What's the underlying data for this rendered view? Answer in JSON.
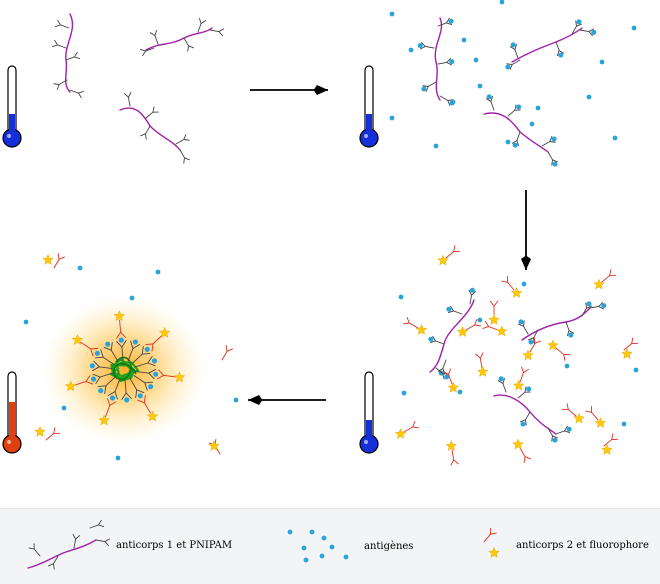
{
  "legend": {
    "antibody1": "anticorps 1 et PNIPAM",
    "antigen": "antigènes",
    "antibody2": "anticorps 2 et fluorophore"
  },
  "colors": {
    "polymer": "#a020a8",
    "antibody1": "#444444",
    "antigen": "#29a3dc",
    "antibody2": "#e03020",
    "fluorophore": "#ffc80a",
    "cold": "#1530d8",
    "hot": "#e04010",
    "aggregate": "#22a022",
    "glow": "#ffb020",
    "arrow": "#000000"
  },
  "icons": [
    "thermometer-cold-icon",
    "thermometer-hot-icon",
    "arrow-right-icon",
    "arrow-down-icon",
    "arrow-left-icon",
    "star-icon"
  ]
}
